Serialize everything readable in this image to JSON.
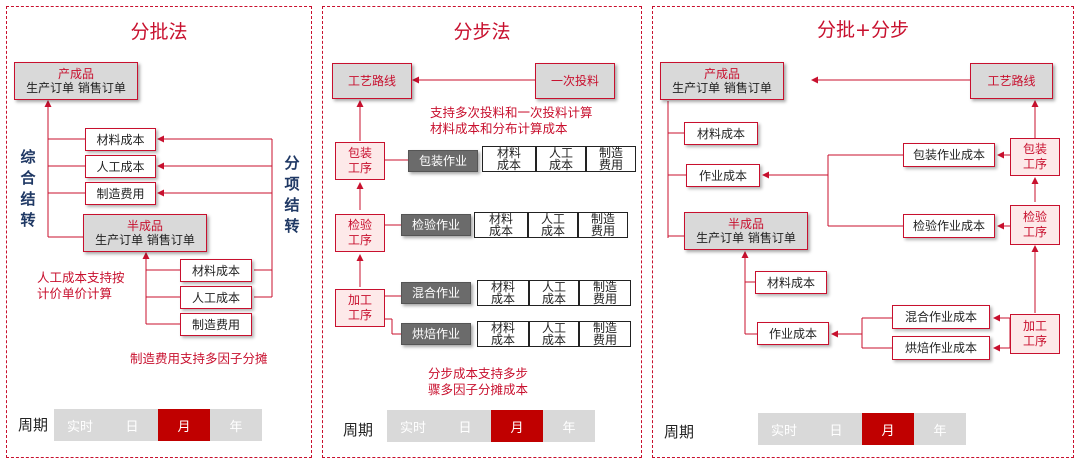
{
  "panel1": {
    "title": "分批法",
    "finished": {
      "line1": "产成品",
      "line2": "生产订单  销售订单"
    },
    "costs_top": [
      "材料成本",
      "人工成本",
      "制造费用"
    ],
    "vertical_left": [
      "综",
      "合",
      "结",
      "转"
    ],
    "vertical_right": [
      "分",
      "项",
      "结",
      "转"
    ],
    "semi": {
      "line1": "半成品",
      "line2": "生产订单  销售订单"
    },
    "note_labor": [
      "人工成本支持按",
      "计价单价计算"
    ],
    "costs_bottom": [
      "材料成本",
      "人工成本",
      "制造费用"
    ],
    "note_mfg": "制造费用支持多因子分摊"
  },
  "panel2": {
    "title": "分步法",
    "route": "工艺路线",
    "feed": "一次投料",
    "note_feed": [
      "支持多次投料和一次投料计算",
      "材料成本和分布计算成本"
    ],
    "steps": [
      {
        "name": [
          "包装",
          "工序"
        ],
        "jobs": [
          "包装作业"
        ]
      },
      {
        "name": [
          "检验",
          "工序"
        ],
        "jobs": [
          "检验作业"
        ]
      },
      {
        "name": [
          "加工",
          "工序"
        ],
        "jobs": [
          "混合作业",
          "烘焙作业"
        ]
      }
    ],
    "cost_cells": [
      [
        "材料",
        "成本"
      ],
      [
        "人工",
        "成本"
      ],
      [
        "制造",
        "费用"
      ]
    ],
    "note_step": [
      "分步成本支持多步",
      "骤多因子分摊成本"
    ]
  },
  "panel3": {
    "title": "分批+分步",
    "finished": {
      "line1": "产成品",
      "line2": "生产订单  销售订单"
    },
    "route": "工艺路线",
    "left_costs": [
      "材料成本",
      "作业成本"
    ],
    "semi": {
      "line1": "半成品",
      "line2": "生产订单  销售订单"
    },
    "semi_costs": [
      "材料成本",
      "作业成本"
    ],
    "job_costs": [
      "包装作业成本",
      "检验作业成本",
      "混合作业成本",
      "烘焙作业成本"
    ],
    "steps": [
      [
        "包装",
        "工序"
      ],
      [
        "检验",
        "工序"
      ],
      [
        "加工",
        "工序"
      ]
    ]
  },
  "period": {
    "label": "周期",
    "options": [
      "实时",
      "日",
      "月",
      "年"
    ],
    "selected": "月"
  },
  "colors": {
    "accent": "#c8102e",
    "selected": "#c00000",
    "box_gray": "#d9d9d9",
    "job_dark": "#6b6b6b"
  }
}
